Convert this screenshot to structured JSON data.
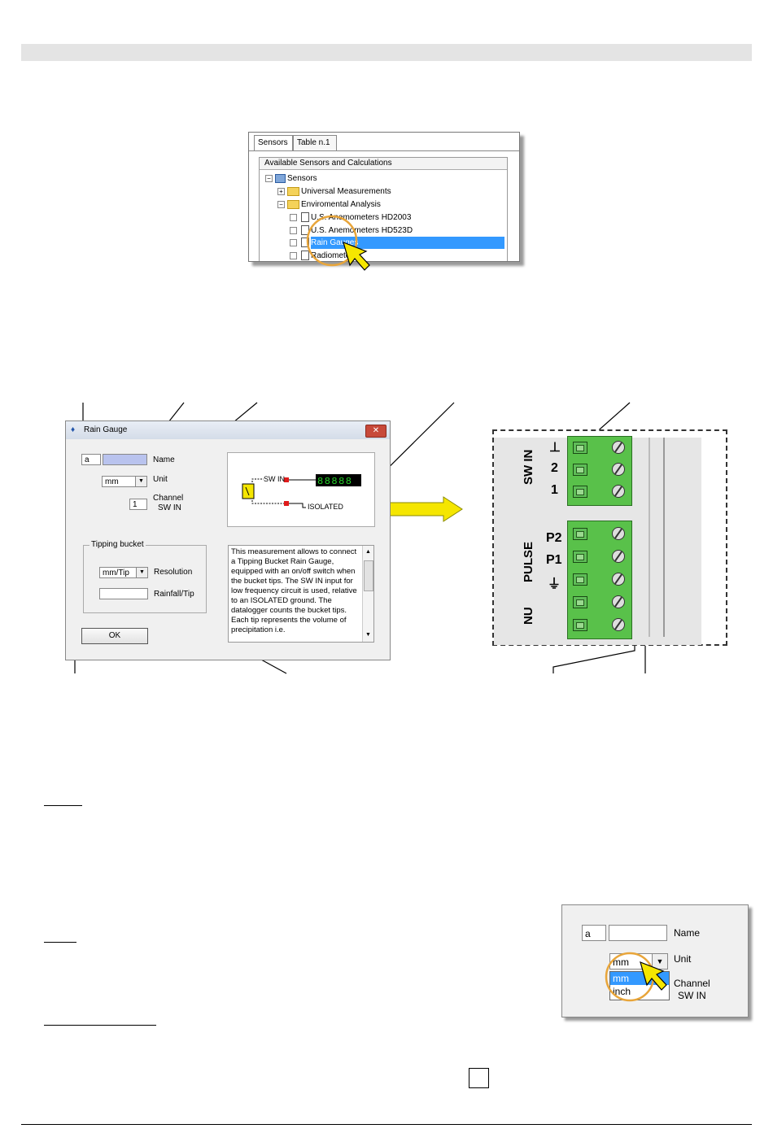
{
  "sensor_tree": {
    "tabs": [
      "Sensors",
      "Table n.1"
    ],
    "group_title": "Available Sensors and Calculations",
    "items": [
      {
        "label": "Sensors",
        "level": 0,
        "expander": "−"
      },
      {
        "label": "Universal Measurements",
        "level": 1,
        "expander": "+"
      },
      {
        "label": "Enviromental Analysis",
        "level": 1,
        "expander": "−"
      },
      {
        "label": "U.S. Anemometers HD2003",
        "level": 2
      },
      {
        "label": "U.S. Anemometers HD523D",
        "level": 2
      },
      {
        "label": "Rain Gauges",
        "level": 2,
        "selected": true
      },
      {
        "label": "Radiometers",
        "level": 2
      }
    ]
  },
  "rain_gauge_dialog": {
    "title": "Rain Gauge",
    "close_label": "✕",
    "prefix_value": "a",
    "name_value": "",
    "name_label": "Name",
    "unit_value": "mm",
    "unit_label": "Unit",
    "channel_value": "1",
    "channel_label_line1": "Channel",
    "channel_label_line2": "SW IN",
    "preview": {
      "sw_in_label": "SW IN",
      "display_digits": "88888",
      "isolated_label": "ISOLATED"
    },
    "tipping_bucket_title": "Tipping bucket",
    "resolution_value": "mm/Tip",
    "resolution_label": "Resolution",
    "rainfall_value": "",
    "rainfall_label": "Rainfall/Tip",
    "ok_label": "OK",
    "description": "This measurement allows to connect a Tipping Bucket Rain Gauge, equipped with an on/off switch when the bucket tips. The SW IN input for low frequency circuit is used, relative to an ISOLATED ground. The datalogger counts the bucket tips. Each tip represents the volume of precipitation i.e."
  },
  "terminal_board": {
    "sw_in_label": "SW IN",
    "pulse_label": "PULSE",
    "nu_label": "NU",
    "sw_terminals": [
      "⊥",
      "2",
      "1"
    ],
    "pulse_terminals": [
      "P2",
      "P1",
      "⏚"
    ]
  },
  "unit_dropdown": {
    "prefix_value": "a",
    "name_value": "",
    "name_label": "Name",
    "unit_value": "mm",
    "unit_label": "Unit",
    "options": [
      "mm",
      "inch"
    ],
    "highlighted_option": "mm",
    "channel_label_line1": "Channel",
    "channel_label_line2": "SW IN"
  },
  "colors": {
    "selection": "#3399ff",
    "highlight_circle": "#e8a53a",
    "cursor": "#f5e600",
    "terminal_green": "#59c14a",
    "name_field_fill": "#b9c3ee"
  }
}
